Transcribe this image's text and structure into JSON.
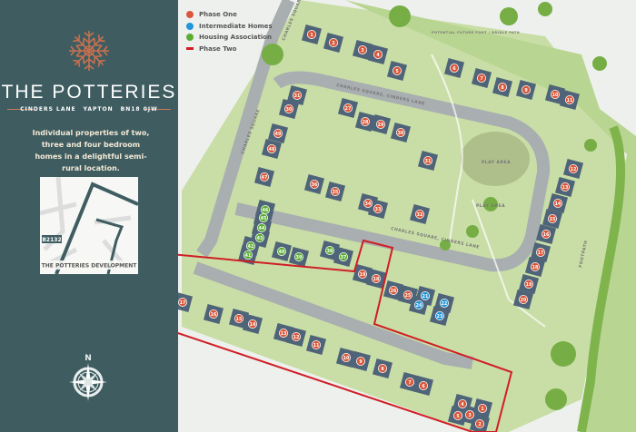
{
  "brand": {
    "title": "THE POTTERIES",
    "address": [
      "CINDERS LANE",
      "YAPTON",
      "BN18 0JW"
    ],
    "description": "Individual properties of two, three and four bedroom homes in a delightful semi-rural location.",
    "logo_icon": "snowflake-ornament-icon"
  },
  "inset_map": {
    "road_badge": "B2132",
    "development_label": "THE POTTERIES DEVELOPMENT"
  },
  "compass": {
    "label": "N",
    "icon": "compass-rose-icon"
  },
  "legend": [
    {
      "label": "Phase One",
      "color": "#d9573a"
    },
    {
      "label": "Intermediate Homes",
      "color": "#2196d8"
    },
    {
      "label": "Housing Association",
      "color": "#5aad33"
    },
    {
      "label": "Phase Two",
      "color": "#d01e26",
      "shape": "line"
    }
  ],
  "map_labels": {
    "road_main": "CHARLES SQUARE, CINDERS LANE",
    "road_main_2": "CHARLES SQUARE, CINDERS LANE",
    "road_west": "CHARLES SQUARE",
    "road_north": "CHARLES SQUARE / CINDERS LANE",
    "path": "POTENTIAL FUTURE FOOT / BRIDLE PATH",
    "play1": "PLAY AREA",
    "play2": "PLAY AREA",
    "footpath": "FOOTPATH"
  },
  "plots": {
    "phase_one": [
      "1",
      "2",
      "3",
      "4",
      "5",
      "6",
      "7",
      "8",
      "9",
      "10",
      "11",
      "12",
      "13",
      "14",
      "15",
      "16",
      "17",
      "18",
      "19",
      "20",
      "27",
      "28",
      "29",
      "30",
      "31",
      "31",
      "30",
      "49",
      "48",
      "47",
      "36",
      "35",
      "34",
      "33",
      "32"
    ],
    "intermediate": [
      "21",
      "22",
      "23",
      "24"
    ],
    "housing_association": [
      "46",
      "45",
      "44",
      "43",
      "42",
      "41",
      "40",
      "39",
      "38",
      "37"
    ],
    "phase_two": [
      "17",
      "16",
      "15",
      "14",
      "13",
      "12",
      "11",
      "10",
      "9",
      "8",
      "7",
      "6",
      "5",
      "4",
      "3",
      "2",
      "1",
      "19",
      "18",
      "26",
      "25"
    ]
  }
}
